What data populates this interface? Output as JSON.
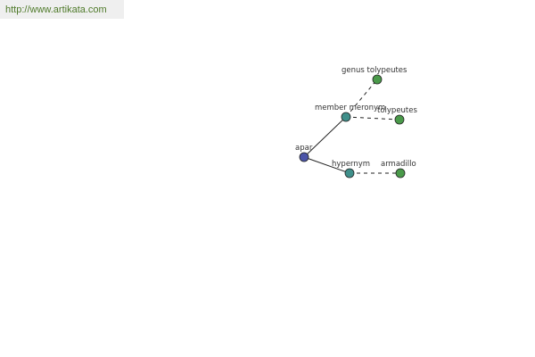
{
  "header": {
    "url": "http://www.artikata.com"
  },
  "colors": {
    "root": "#4b54a8",
    "relation": "#3f8f8a",
    "term": "#4a9a4a",
    "url_text": "#4f7a2a",
    "url_bar": "#efefef"
  },
  "graph": {
    "nodes": [
      {
        "id": "apar",
        "label": "apar",
        "kind": "root"
      },
      {
        "id": "member-meronym",
        "label": "member meronym",
        "kind": "relation"
      },
      {
        "id": "hypernym",
        "label": "hypernym",
        "kind": "relation"
      },
      {
        "id": "genus-tolypeutes",
        "label": "genus tolypeutes",
        "kind": "term"
      },
      {
        "id": "tolypeutes",
        "label": "tolypeutes",
        "kind": "term"
      },
      {
        "id": "armadillo",
        "label": "armadillo",
        "kind": "term"
      }
    ],
    "edges": [
      {
        "from": "apar",
        "to": "member-meronym",
        "style": "solid"
      },
      {
        "from": "apar",
        "to": "hypernym",
        "style": "solid"
      },
      {
        "from": "member-meronym",
        "to": "genus-tolypeutes",
        "style": "dashed"
      },
      {
        "from": "member-meronym",
        "to": "tolypeutes",
        "style": "dashed"
      },
      {
        "from": "hypernym",
        "to": "armadillo",
        "style": "dashed"
      }
    ]
  }
}
